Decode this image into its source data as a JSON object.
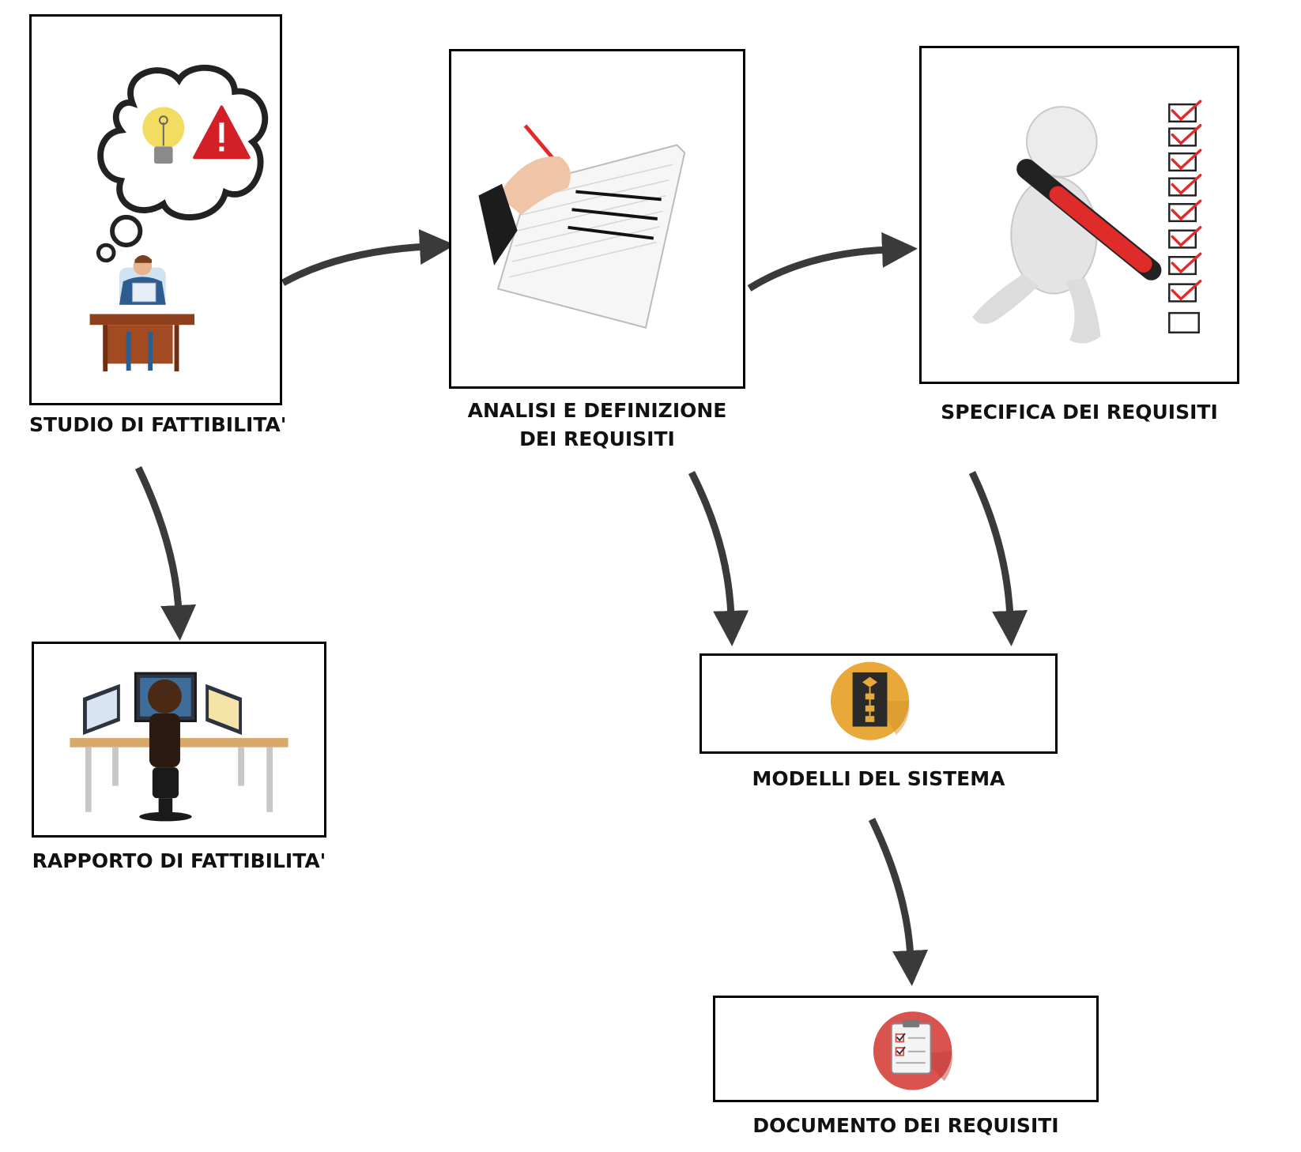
{
  "steps": {
    "studio": {
      "label": "STUDIO DI FATTIBILITA'"
    },
    "analisi": {
      "label_line1": "ANALISI E DEFINIZIONE",
      "label_line2": "DEI REQUISITI"
    },
    "specifica": {
      "label": "SPECIFICA DEI REQUISITI"
    },
    "rapporto": {
      "label": "RAPPORTO DI FATTIBILITA'"
    },
    "modelli": {
      "label": "MODELLI DEL SISTEMA"
    },
    "documento": {
      "label": "DOCUMENTO DEI REQUISITI"
    }
  },
  "colors": {
    "arrow": "#3a3a3a",
    "bulb": "#f3dc62",
    "warning": "#d32027",
    "pencil": "#e02b2b",
    "modelli_circle": "#e8a93a",
    "documento_circle": "#d9534f"
  },
  "icons": {
    "studio": "thinking-person-at-desk-icon",
    "analisi": "hand-writing-on-paper-icon",
    "specifica": "figure-with-pen-checklist-icon",
    "rapporto": "person-at-computer-desk-icon",
    "modelli": "flowchart-icon",
    "documento": "clipboard-checklist-icon"
  }
}
